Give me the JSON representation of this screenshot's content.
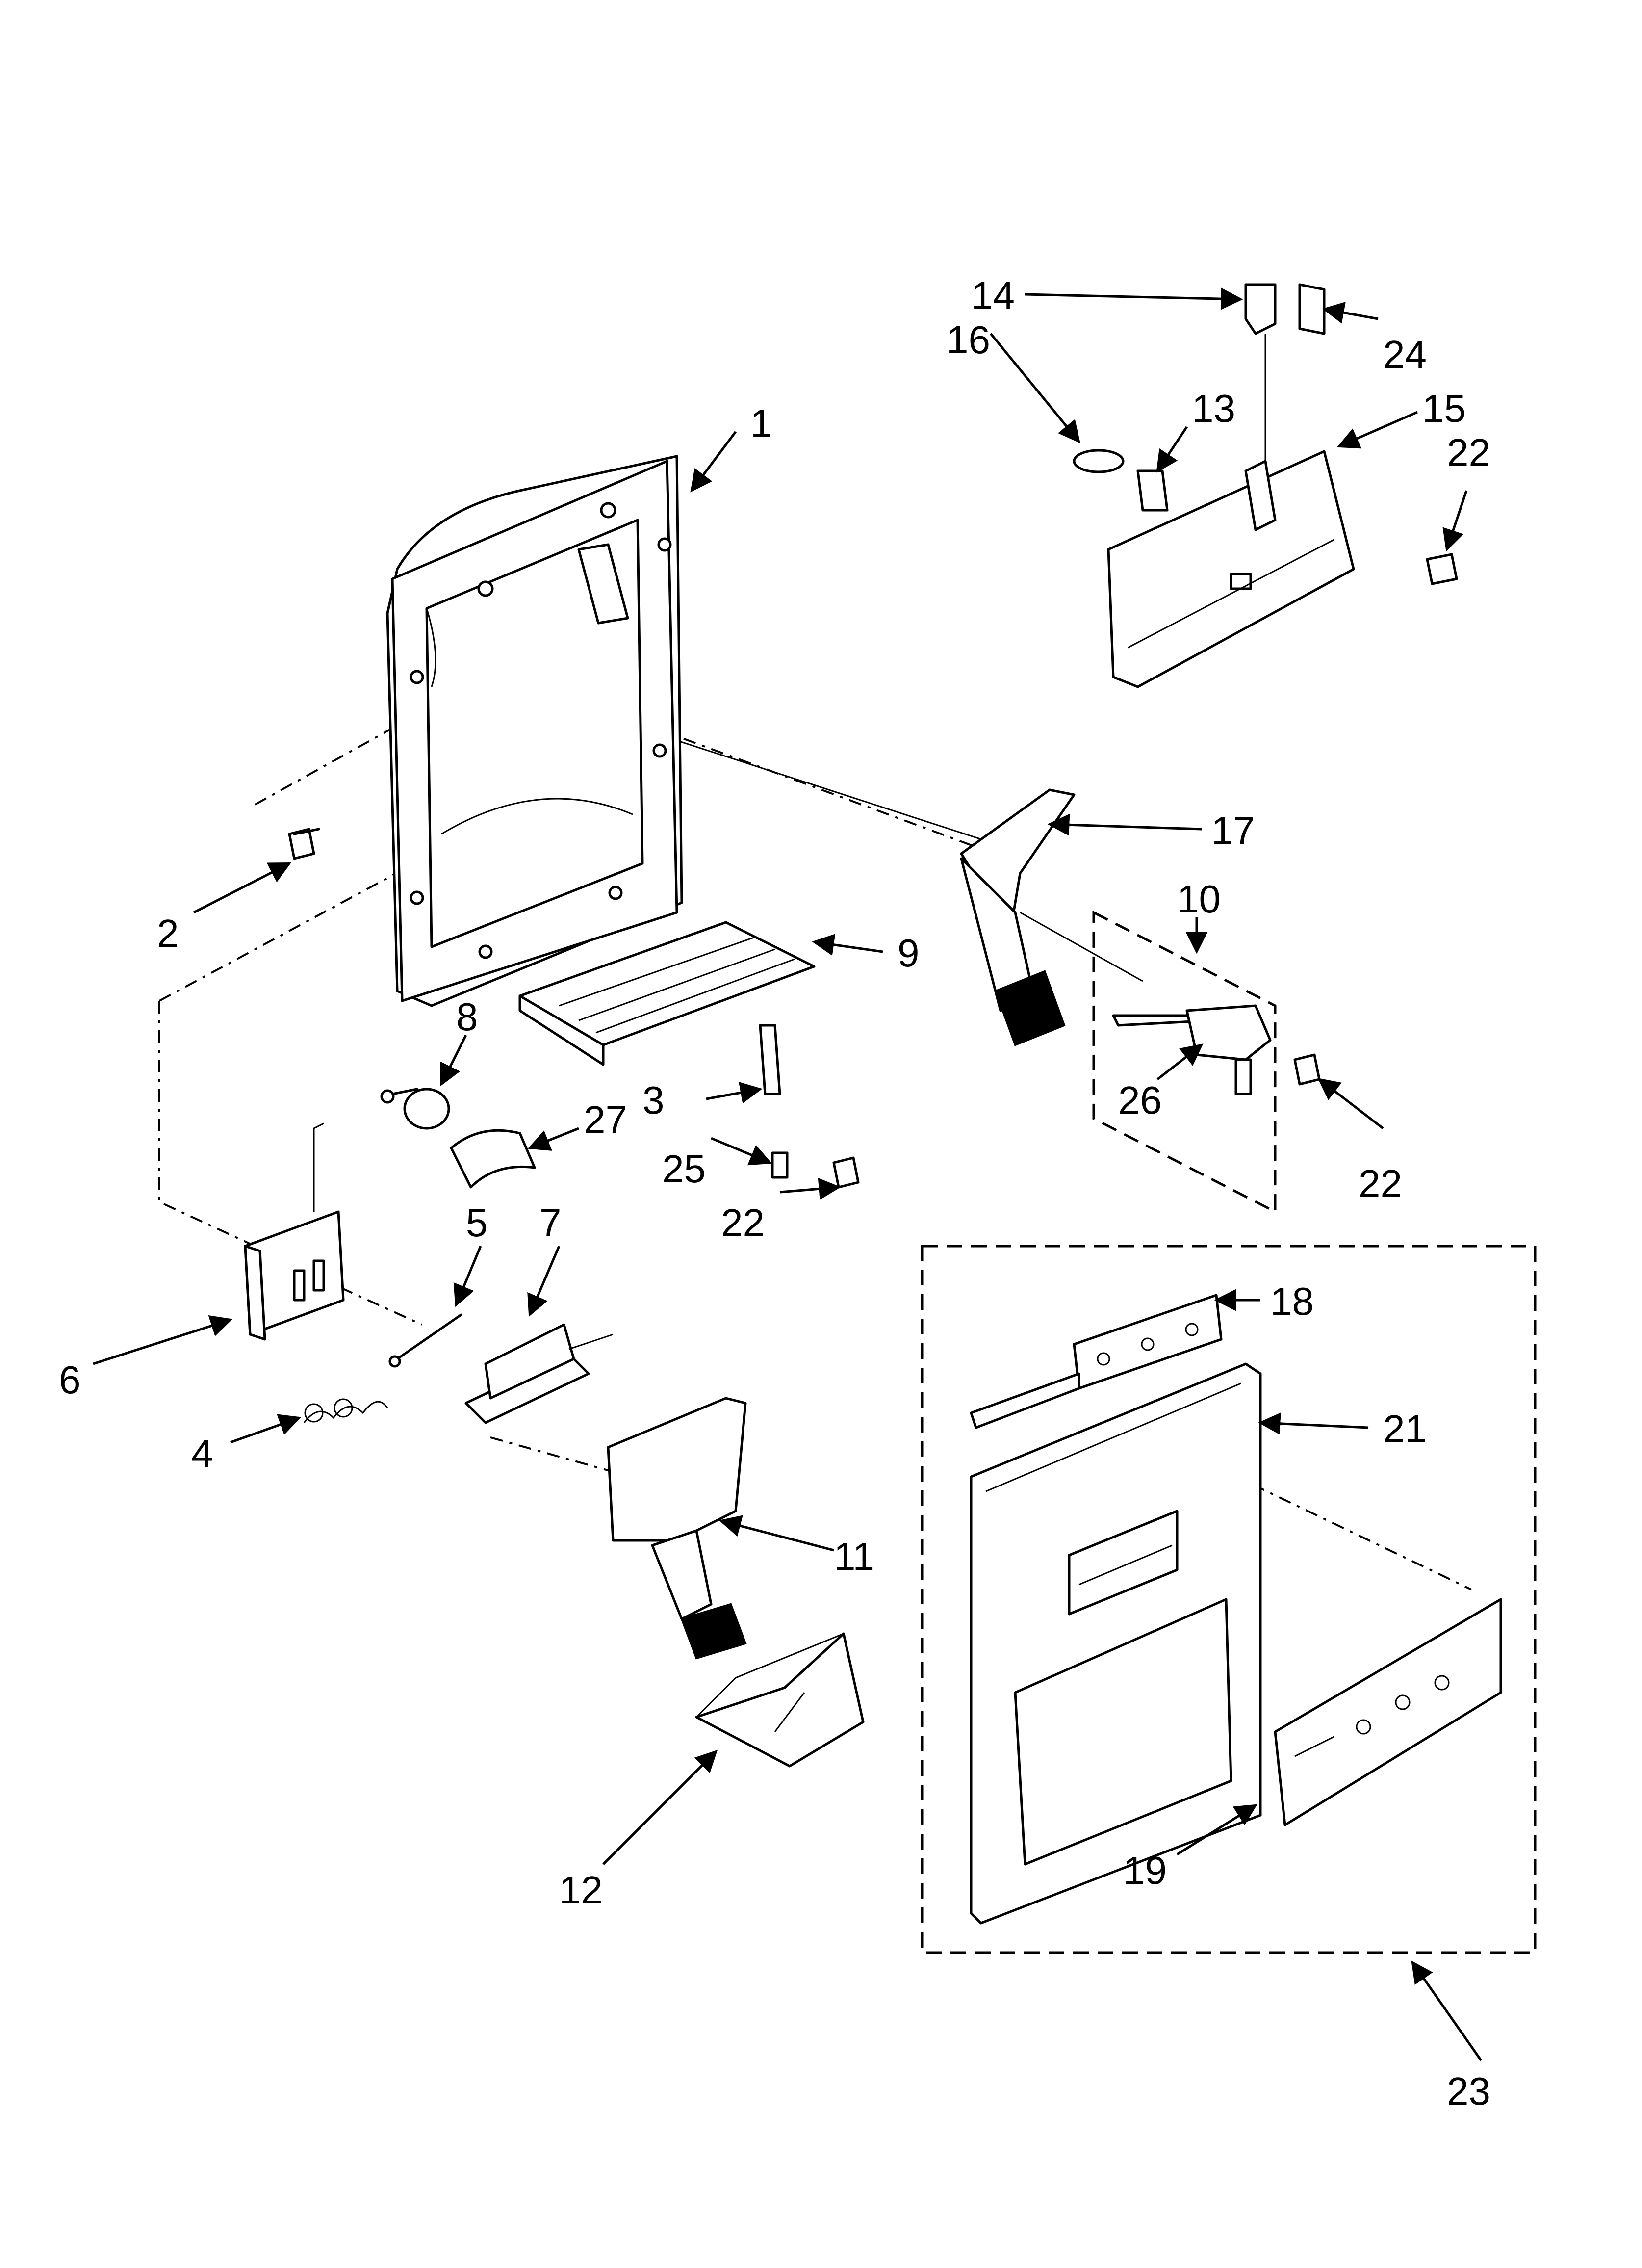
{
  "diagram": {
    "callouts": [
      {
        "id": "c1",
        "label": "1"
      },
      {
        "id": "c2",
        "label": "2"
      },
      {
        "id": "c3",
        "label": "3"
      },
      {
        "id": "c4",
        "label": "4"
      },
      {
        "id": "c5",
        "label": "5"
      },
      {
        "id": "c6",
        "label": "6"
      },
      {
        "id": "c7",
        "label": "7"
      },
      {
        "id": "c8",
        "label": "8"
      },
      {
        "id": "c9",
        "label": "9"
      },
      {
        "id": "c10",
        "label": "10"
      },
      {
        "id": "c11",
        "label": "11"
      },
      {
        "id": "c12",
        "label": "12"
      },
      {
        "id": "c13",
        "label": "13"
      },
      {
        "id": "c14",
        "label": "14"
      },
      {
        "id": "c15",
        "label": "15"
      },
      {
        "id": "c16",
        "label": "16"
      },
      {
        "id": "c17",
        "label": "17"
      },
      {
        "id": "c18",
        "label": "18"
      },
      {
        "id": "c19",
        "label": "19"
      },
      {
        "id": "c21",
        "label": "21"
      },
      {
        "id": "c22a",
        "label": "22"
      },
      {
        "id": "c22b",
        "label": "22"
      },
      {
        "id": "c22c",
        "label": "22"
      },
      {
        "id": "c23",
        "label": "23"
      },
      {
        "id": "c24",
        "label": "24"
      },
      {
        "id": "c25",
        "label": "25"
      },
      {
        "id": "c26",
        "label": "26"
      },
      {
        "id": "c27",
        "label": "27"
      }
    ]
  }
}
